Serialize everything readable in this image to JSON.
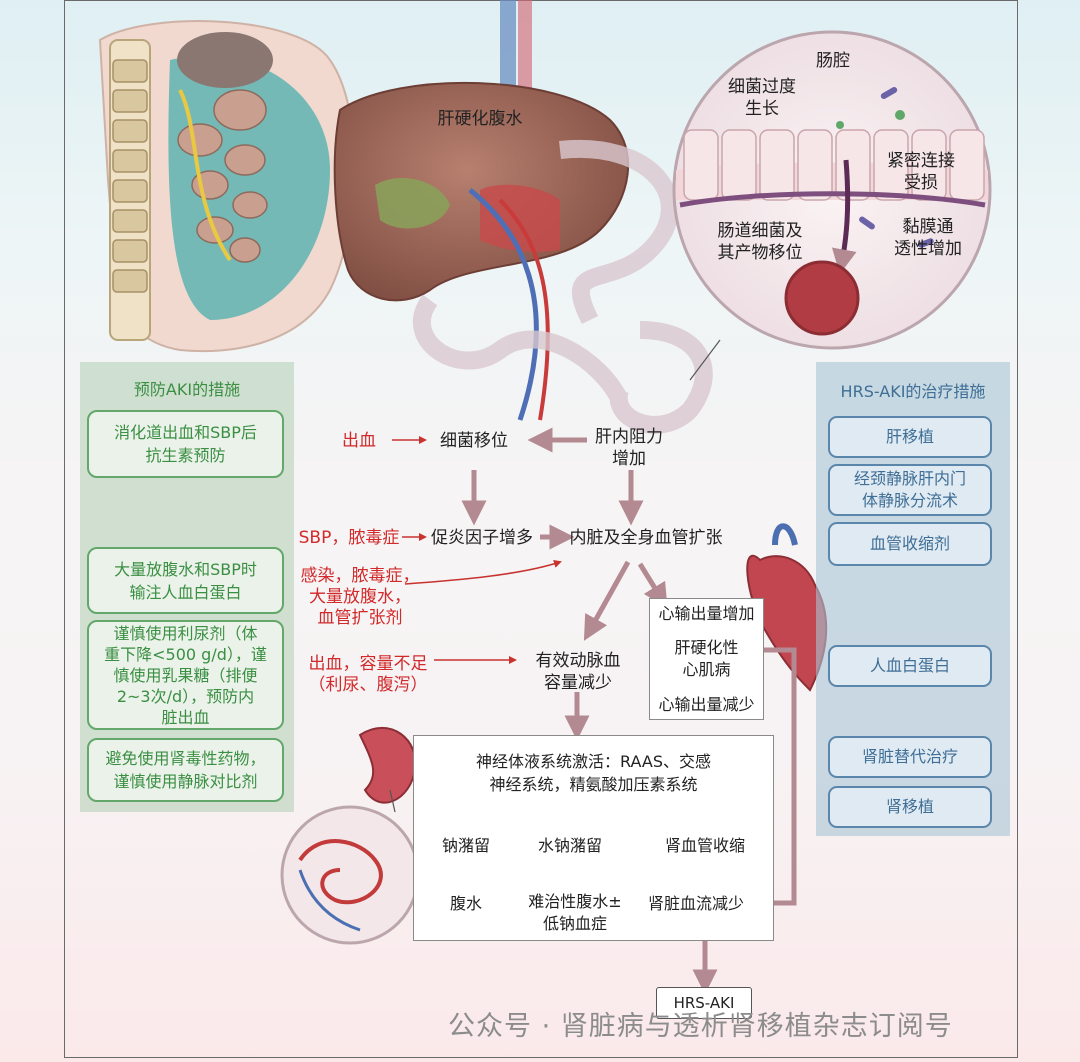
{
  "illustration": {
    "cirrhosis_label": "肝硬化腹水",
    "inset": {
      "lumen": "肠腔",
      "bacterial_overgrowth": "细菌过度\n生长",
      "tight_junction": "紧密连接\n受损",
      "translocation": "肠道细菌及\n其产物移位",
      "permeability": "黏膜通\n透性增加"
    }
  },
  "left_panel": {
    "title": "预防AKI的措施",
    "items": [
      "消化道出血和SBP后\n抗生素预防",
      "大量放腹水和SBP时\n输注人血白蛋白",
      "谨慎使用利尿剂（体\n重下降<500 g/d），谨\n慎使用乳果糖（排便\n2~3次/d），预防内\n脏出血",
      "避免使用肾毒性药物，\n谨慎使用静脉对比剂"
    ]
  },
  "right_panel": {
    "title": "HRS-AKI的治疗措施",
    "items": [
      "肝移植",
      "经颈静脉肝内门\n体静脉分流术",
      "血管收缩剂",
      "人血白蛋白",
      "肾脏替代治疗",
      "肾移植"
    ]
  },
  "flow": {
    "bleeding": "出血",
    "bacterial_translocation": "细菌移位",
    "intrahepatic_resistance": "肝内阻力\n增加",
    "sbp_sepsis": "SBP，脓毒症",
    "proinflammatory": "促炎因子增多",
    "vasodilation": "内脏及全身血管扩张",
    "infection_group": "感染，脓毒症，\n大量放腹水，\n血管扩张剂",
    "bleeding_volume": "出血，容量不足\n（利尿、腹泻）",
    "effective_volume": "有效动脉血\n容量减少",
    "cardiac_output_up": "心输出量增加",
    "cirrhotic_cardiomyopathy": "肝硬化性\n心肌病",
    "cardiac_output_down": "心输出量减少",
    "neurohumoral": "神经体液系统激活：RAAS、交感\n神经系统，精氨酸加压素系统",
    "sodium_retention": "钠潴留",
    "water_sodium_retention": "水钠潴留",
    "renal_vasoconstriction": "肾血管收缩",
    "ascites": "腹水",
    "refractory_ascites": "难治性腹水±\n低钠血症",
    "renal_blood_flow": "肾脏血流减少",
    "outcome": "HRS-AKI"
  },
  "watermark": "公众号 · 肾脏病与透析肾移植杂志订阅号",
  "colors": {
    "risk_red": "#d2292b",
    "prevent_green": "#3b8f42",
    "treat_blue": "#3f6e96",
    "arrow_mauve": "#b48a92"
  }
}
